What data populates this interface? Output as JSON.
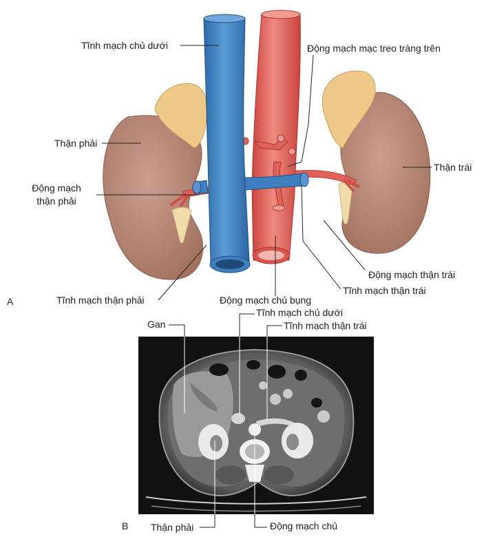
{
  "panel_a": {
    "letter": "A",
    "labels": {
      "ivc": "Tĩnh mạch chủ dưới",
      "sma": "Động mạch mạc treo tràng trên",
      "right_kidney": "Thận phải",
      "left_kidney": "Thận trái",
      "right_renal_artery_line1": "Động mạch",
      "right_renal_artery_line2": "thận phải",
      "left_renal_artery": "Động mạch thận trái",
      "left_renal_vein": "Tĩnh mạch thận trái",
      "right_renal_vein": "Tĩnh mạch thận phải",
      "abdominal_aorta": "Động mạch chủ bụng"
    }
  },
  "panel_b": {
    "letter": "B",
    "labels": {
      "liver": "Gan",
      "ivc": "Tĩnh mạch chủ dưới",
      "left_renal_vein": "Tĩnh mạch thận trái",
      "right_kidney": "Thận phải",
      "aorta": "Động mạch chủ"
    }
  },
  "colors": {
    "vein": "#3f7fc0",
    "artery": "#e0615a",
    "kidney": "#b98a7c",
    "adrenal": "#efc98a",
    "ureter": "#f0dcab",
    "ct_background": "#111111"
  }
}
